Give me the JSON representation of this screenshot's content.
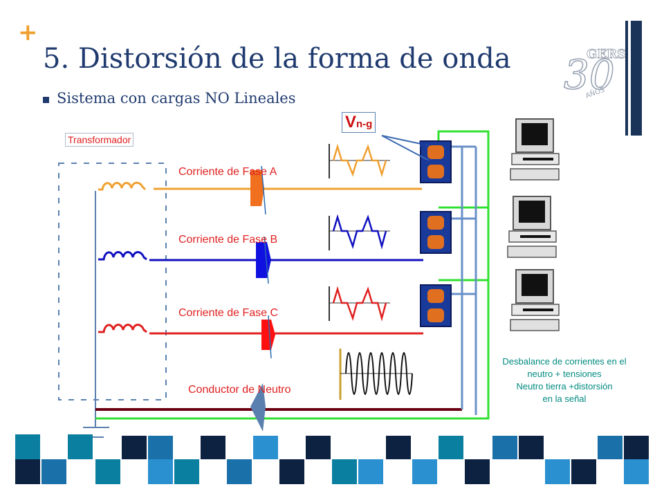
{
  "slide": {
    "plus": "+",
    "title": "5. Distorsión de la forma de onda",
    "subtitle": "Sistema con cargas NO Lineales"
  },
  "diagram": {
    "transformer_label": "Transformador",
    "vng_main": "V",
    "vng_sub": "n-g",
    "phase_a_label": "Corriente de Fase A",
    "phase_b_label": "Corriente de Fase B",
    "phase_c_label": "Corriente de Fase C",
    "neutral_label": "Conductor de Neutro",
    "note_lines": [
      "Desbalance de corrientes en el",
      "neutro + tensiones",
      "Neutro tierra +distorsión",
      "en la señal"
    ]
  },
  "logo": {
    "number": "30",
    "name": "GERS",
    "years": "AÑOS"
  },
  "colors": {
    "accent_plus": "#f0a030",
    "title_text": "#1f3a6e",
    "navy_bar": "#1a3358",
    "phase_a": "#f0a030",
    "phase_b": "#1010c0",
    "phase_c": "#e02020",
    "neutral": "#6a0010",
    "ground": "#30e030",
    "feeder_gray": "#6890c8",
    "outlet_blue": "#1a3a9a",
    "outlet_socket": "#e07020",
    "note_text": "#008a80",
    "tile_dark": "#0d2240",
    "tile_mid": "#1a70a8",
    "tile_light": "#2a90d0",
    "tile_teal": "#0b7fa0"
  }
}
